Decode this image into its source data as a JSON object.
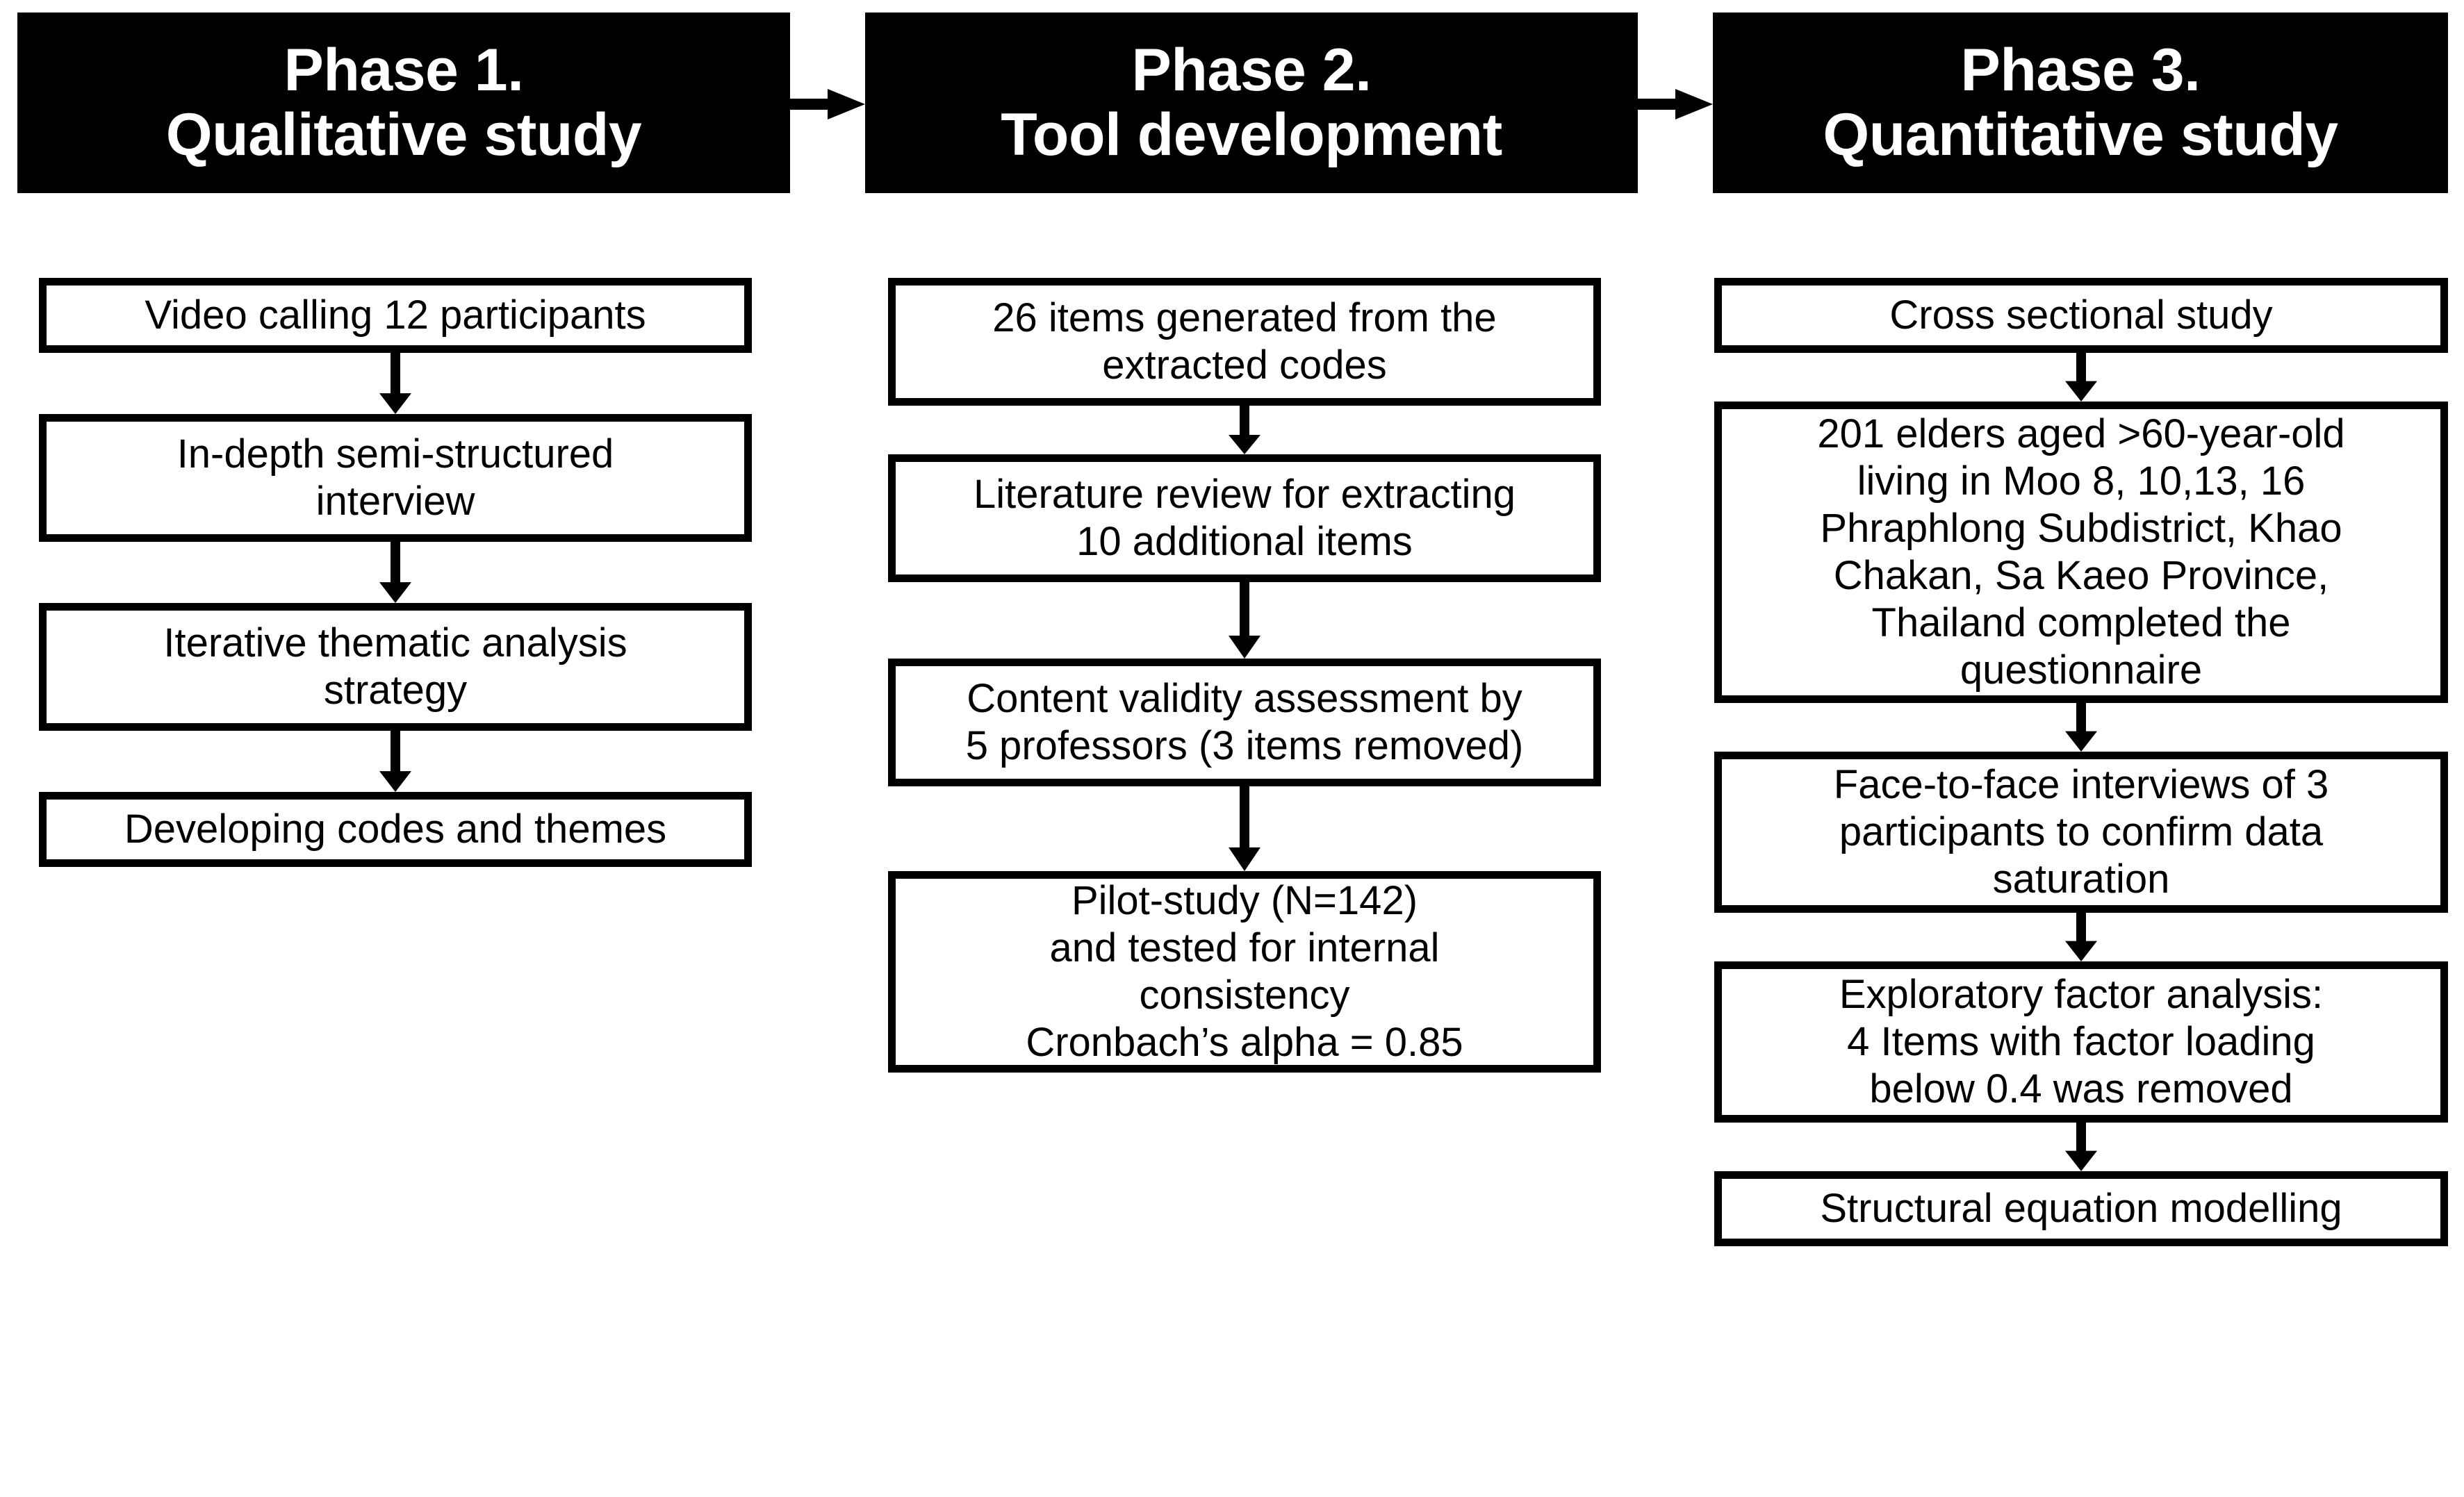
{
  "figure": {
    "type": "flowchart",
    "orientation": "three-column-left-to-right",
    "colors": {
      "header_background": "#000000",
      "header_text": "#ffffff",
      "box_border": "#000000",
      "box_background": "#ffffff",
      "box_text": "#000000",
      "arrow": "#000000"
    }
  },
  "phases": [
    {
      "id": "phase-1",
      "header": {
        "line1": "Phase 1.",
        "line2": "Qualitative study"
      },
      "steps": [
        {
          "id": "video-calling",
          "text": "Video calling 12 participants"
        },
        {
          "id": "in-depth-interview",
          "text": "In-depth semi-structured\ninterview"
        },
        {
          "id": "thematic-analysis",
          "text": "Iterative thematic analysis\nstrategy"
        },
        {
          "id": "developing-codes",
          "text": "Developing codes and themes"
        }
      ]
    },
    {
      "id": "phase-2",
      "header": {
        "line1": "Phase 2.",
        "line2": "Tool development"
      },
      "steps": [
        {
          "id": "items-generated",
          "text": "26 items generated from the\nextracted codes"
        },
        {
          "id": "literature-review",
          "text": "Literature review for extracting\n10 additional items"
        },
        {
          "id": "content-validity",
          "text": "Content validity assessment by\n5 professors (3 items removed)"
        },
        {
          "id": "pilot-study",
          "text": "Pilot-study (N=142)\nand tested for internal\nconsistency\nCronbach’s alpha = 0.85"
        }
      ]
    },
    {
      "id": "phase-3",
      "header": {
        "line1": "Phase 3.",
        "line2": "Quantitative study"
      },
      "steps": [
        {
          "id": "cross-sectional",
          "text": "Cross sectional study"
        },
        {
          "id": "elders-sample",
          "text": "201 elders aged >60-year-old\nliving in Moo 8, 10,13, 16\nPhraphlong Subdistrict, Khao\nChakan, Sa Kaeo Province,\nThailand completed the\nquestionnaire"
        },
        {
          "id": "face-to-face",
          "text": "Face-to-face interviews of 3\nparticipants to confirm data\nsaturation"
        },
        {
          "id": "exploratory-factor",
          "text": "Exploratory factor analysis:\n4 Items with factor loading\nbelow 0.4 was removed"
        },
        {
          "id": "sem",
          "text": "Structural equation modelling"
        }
      ]
    }
  ],
  "connectors": {
    "header_arrow_1_label": "arrow from Phase 1 to Phase 2",
    "header_arrow_2_label": "arrow from Phase 2 to Phase 3"
  }
}
